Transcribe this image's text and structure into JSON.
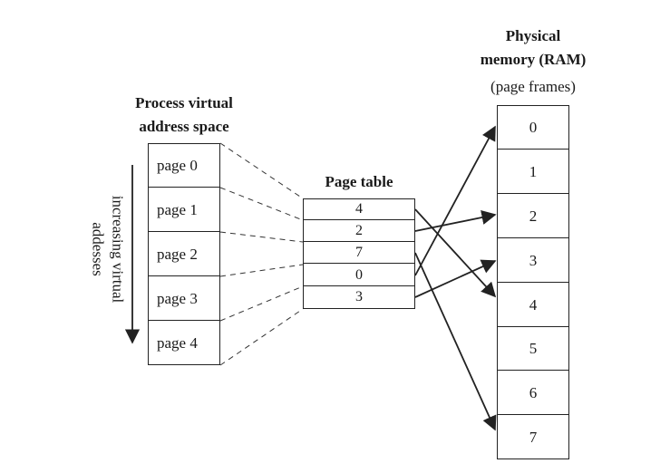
{
  "virtual_space": {
    "title_line1": "Process virtual",
    "title_line2": "address space",
    "pages": [
      "page 0",
      "page 1",
      "page 2",
      "page 3",
      "page 4"
    ],
    "side_label_line1": "increasing virtual",
    "side_label_line2": "addesses"
  },
  "page_table": {
    "title": "Page table",
    "entries": [
      "4",
      "2",
      "7",
      "0",
      "3"
    ]
  },
  "physical_memory": {
    "title_line1": "Physical",
    "title_line2": "memory (RAM)",
    "subtitle": "(page frames)",
    "frames": [
      "0",
      "1",
      "2",
      "3",
      "4",
      "5",
      "6",
      "7"
    ]
  }
}
